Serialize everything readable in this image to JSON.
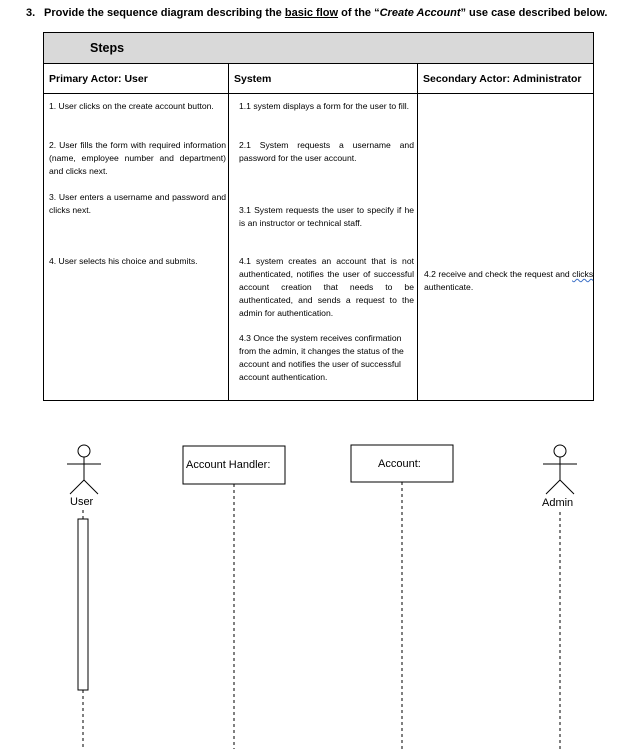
{
  "question": {
    "number": "3.",
    "part1": "Provide the sequence diagram describing the",
    "underlined": "basic flow",
    "part2": "of the “",
    "italic": "Create Account",
    "part3": "” use case described below."
  },
  "table": {
    "steps_header": "Steps",
    "columns": [
      "Primary Actor: User",
      "System",
      "Secondary Actor: Administrator"
    ],
    "primary": [
      "1. User clicks on the create account button.",
      "2. User fills the form with required information (name, employee number and department) and clicks next.",
      "3. User enters a username and password and clicks next.",
      "4. User selects his choice and submits."
    ],
    "system": [
      "1.1 system displays a form for the user to fill.",
      "2.1 System requests a username and password for the user account.",
      "3.1 System requests the user to specify if he is an instructor or technical staff.",
      "4.1 system creates an account that is not authenticated, notifies the user of successful account creation that needs to be authenticated, and sends a request to the admin for authentication.",
      "4.3 Once the system receives confirmation from the admin, it changes the status of the account and notifies the user of successful account authentication."
    ],
    "secondary": {
      "prefix": "4.2 receive and check the request and",
      "wavy": "clicks",
      "suffix": "authenticate."
    }
  },
  "diagram": {
    "user_label": "User",
    "account_handler_label": "Account Handler:",
    "account_label": "Account:",
    "admin_label": "Admin"
  }
}
